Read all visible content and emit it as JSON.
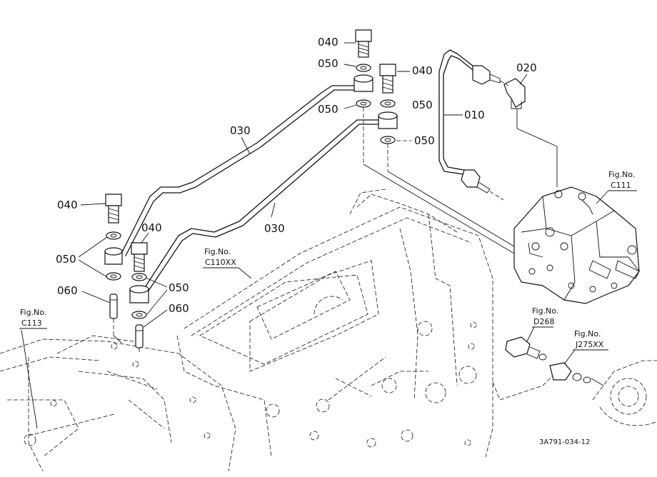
{
  "parts": {
    "p040_top": "040",
    "p050_top": "050",
    "p040_mid": "040",
    "p050_mid_left": "050",
    "p050_mid_right": "050",
    "p050_lower_right": "050",
    "p020": "020",
    "p010": "010",
    "p030_upper": "030",
    "p030_lower": "030",
    "p040_left": "040",
    "p040_left2": "040",
    "p050_left": "050",
    "p050_left2": "050",
    "p060_left": "060",
    "p060_left2": "060"
  },
  "figrefs": {
    "c111": {
      "label": "Fig.No.",
      "code": "C111"
    },
    "c110xx": {
      "label": "Fig.No.",
      "code": "C110XX"
    },
    "c113": {
      "label": "Fig.No.",
      "code": "C113"
    },
    "d268": {
      "label": "Fig.No.",
      "code": "D268"
    },
    "j275xx": {
      "label": "Fig.No.",
      "code": "J275XX"
    }
  },
  "drawing_code": "3A791-034-12"
}
